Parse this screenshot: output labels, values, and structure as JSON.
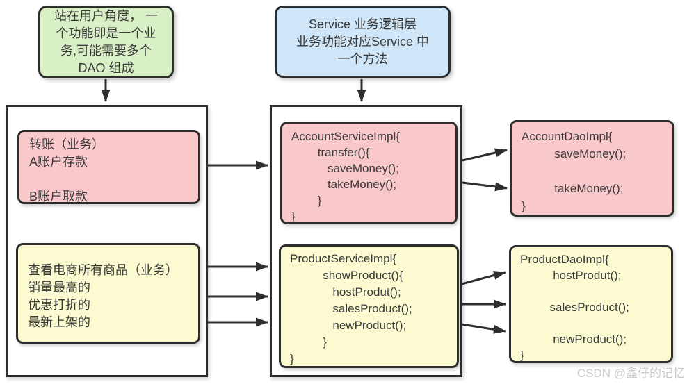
{
  "colors": {
    "ink": "#2e2e2e",
    "text": "#3a3a3a",
    "note-green": "#d9f0c6",
    "note-blue": "#cee6f7",
    "card-pink": "#f9c8ca",
    "card-yellow": "#fbfad0",
    "watermark": "#c9c9c9"
  },
  "notes": {
    "dao_note": {
      "lines": [
        "站在用户角度， 一",
        "个功能即是一个业",
        "务,可能需要多个",
        "DAO 组成"
      ]
    },
    "service_note": {
      "lines": [
        "Service 业务逻辑层",
        "业务功能对应Service 中",
        "一个方法"
      ]
    }
  },
  "business_panel": {
    "transfer_card": {
      "lines": [
        "转账（业务）",
        "A账户存款",
        "",
        "B账户取款"
      ]
    },
    "product_card": {
      "lines": [
        "查看电商所有商品（业务）",
        "销量最高的",
        "优惠打折的",
        "最新上架的"
      ]
    }
  },
  "service_panel": {
    "account_service_card": {
      "lines": [
        "AccountServiceImpl{",
        "        transfer(){",
        "           saveMoney();",
        "           takeMoney();",
        "        }",
        "}"
      ]
    },
    "product_service_card": {
      "lines": [
        "ProductServiceImpl{",
        "          showProduct(){",
        "             hostProdut();",
        "             salesProduct();",
        "             newProduct();",
        "          }",
        "}"
      ]
    }
  },
  "dao_layer": {
    "account_dao_card": {
      "lines": [
        "AccountDaoImpl{",
        "          saveMoney();",
        "",
        "          takeMoney();",
        "}"
      ]
    },
    "product_dao_card": {
      "lines": [
        "ProductDaoImpl{",
        "          hostProdut();",
        "",
        "         salesProduct();",
        "",
        "          newProduct();",
        "}"
      ]
    }
  },
  "watermark": "CSDN @鑫仔的记忆"
}
